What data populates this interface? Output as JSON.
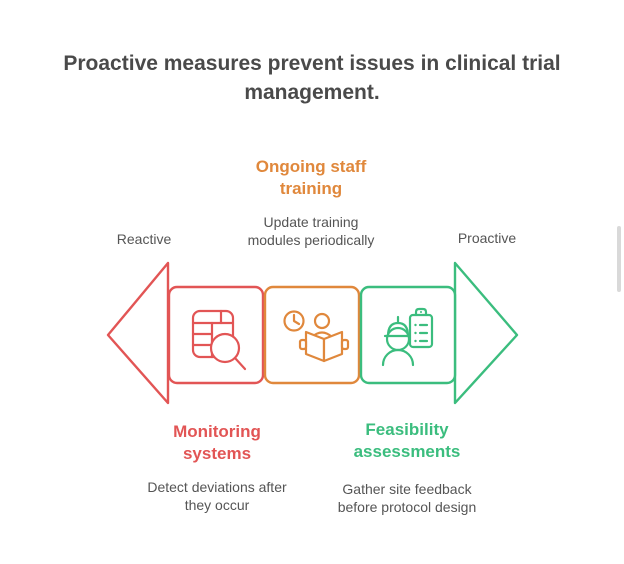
{
  "title": "Proactive measures prevent issues in clinical trial management.",
  "spectrum": {
    "left_label": "Reactive",
    "right_label": "Proactive"
  },
  "steps": [
    {
      "heading": "Monitoring systems",
      "description": "Detect deviations after they occur",
      "icon": "table-search-icon",
      "color": "#e25555",
      "label_position": "below"
    },
    {
      "heading": "Ongoing staff training",
      "description": "Update training modules periodically",
      "icon": "clock-person-reading-icon",
      "color": "#e0883c",
      "label_position": "above"
    },
    {
      "heading": "Feasibility assessments",
      "description": "Gather site feedback before protocol design",
      "icon": "hardhat-person-checklist-icon",
      "color": "#3bbd7e",
      "label_position": "below"
    }
  ],
  "colors": {
    "title_text": "#4a4a4a",
    "body_text": "#555555",
    "red": "#e25555",
    "orange": "#e0883c",
    "green": "#3bbd7e",
    "scrollbar": "#d9d9d9",
    "background": "#ffffff"
  }
}
